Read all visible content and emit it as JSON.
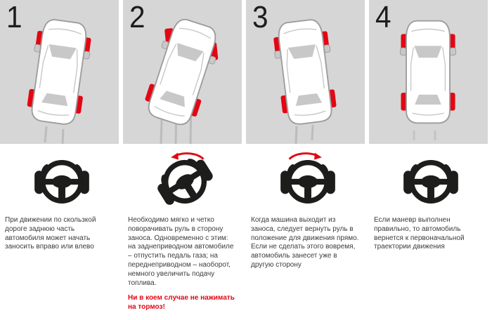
{
  "colors": {
    "road_gray": "#d6d6d6",
    "wheel_red": "#e30613",
    "car_outline": "#9d9d9c",
    "car_glass": "#c8c8c8",
    "text": "#3c3c3b",
    "warning_red": "#e30613",
    "ink_black": "#1d1d1b"
  },
  "icons": {
    "car": "car-top-view",
    "steering_wheel": "steering-wheel-with-hands",
    "turn_left_arrow": "curved-arrow-counterclockwise",
    "turn_right_arrow": "curved-arrow-clockwise",
    "skid_marks": "tire-skid-marks"
  },
  "panels": [
    {
      "number": "1",
      "text": "При движении по скользкой дороге заднюю часть автомобиля может начать заносить вправо или влево"
    },
    {
      "number": "2",
      "text": "Необходимо мягко и четко поворачивать руль в сторону заноса. Одновременно с этим: на заднеприводном автомобиле – отпустить педаль газа; на переднеприводном – наоборот, немного увеличить подачу топлива.",
      "warning": "Ни в коем случае не нажимать на тормоз!"
    },
    {
      "number": "3",
      "text": "Когда машина выходит из заноса, следует вернуть руль в положение для движения прямо. Если не сделать этого вовремя, автомобиль занесет уже в другую сторону"
    },
    {
      "number": "4",
      "text": "Если маневр выполнен правильно, то автомобиль вернется к первоначальной траектории движения"
    }
  ]
}
